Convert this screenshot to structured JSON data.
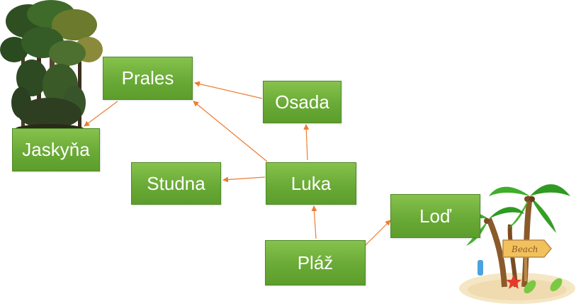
{
  "nodes": {
    "prales": "Prales",
    "jaskyna": "Jaskyňa",
    "osada": "Osada",
    "studna": "Studna",
    "luka": "Luka",
    "lod": "Loď",
    "plaz": "Pláž"
  },
  "edges": [
    {
      "from": "Prales",
      "to": "Jaskyňa"
    },
    {
      "from": "Osada",
      "to": "Prales"
    },
    {
      "from": "Luka",
      "to": "Prales"
    },
    {
      "from": "Luka",
      "to": "Osada"
    },
    {
      "from": "Luka",
      "to": "Studna"
    },
    {
      "from": "Pláž",
      "to": "Luka"
    },
    {
      "from": "Pláž",
      "to": "Loď"
    }
  ],
  "images": {
    "jungle": "jungle-trees-illustration",
    "beach": "beach-island-palms-illustration",
    "beach_sign": "Beach"
  },
  "colors": {
    "node_fill": "#6aaa36",
    "node_text": "#ffffff",
    "arrow": "#ed7d31"
  }
}
